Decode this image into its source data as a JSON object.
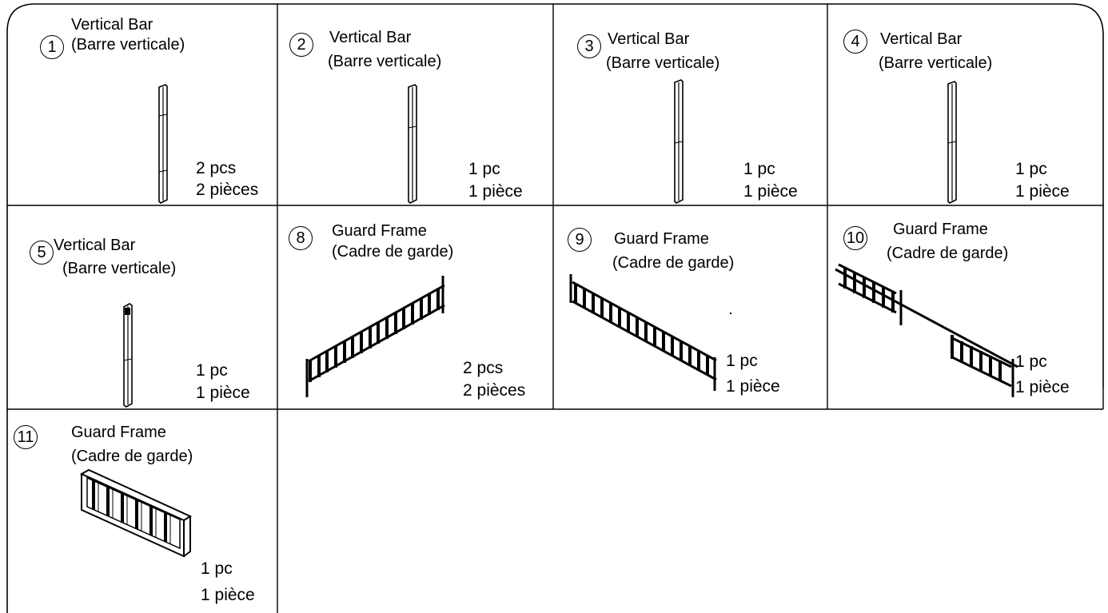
{
  "parts": [
    {
      "number": "1",
      "name_en": "Vertical Bar",
      "name_fr": "(Barre verticale)",
      "qty_en": "2 pcs",
      "qty_fr": "2 pièces",
      "icon": "vertical-bar-icon"
    },
    {
      "number": "2",
      "name_en": "Vertical Bar",
      "name_fr": "(Barre verticale)",
      "qty_en": "1 pc",
      "qty_fr": "1 pièce",
      "icon": "vertical-bar-icon"
    },
    {
      "number": "3",
      "name_en": "Vertical Bar",
      "name_fr": "(Barre verticale)",
      "qty_en": "1 pc",
      "qty_fr": "1 pièce",
      "icon": "vertical-bar-icon"
    },
    {
      "number": "4",
      "name_en": "Vertical Bar",
      "name_fr": "(Barre verticale)",
      "qty_en": "1 pc",
      "qty_fr": "1 pièce",
      "icon": "vertical-bar-icon"
    },
    {
      "number": "5",
      "name_en": "Vertical Bar",
      "name_fr": "(Barre verticale)",
      "qty_en": "1 pc",
      "qty_fr": "1 pièce",
      "icon": "short-vertical-bar-icon"
    },
    {
      "number": "8",
      "name_en": "Guard Frame",
      "name_fr": "(Cadre de garde)",
      "qty_en": "2 pcs",
      "qty_fr": "2 pièces",
      "icon": "guard-frame-icon"
    },
    {
      "number": "9",
      "name_en": "Guard Frame",
      "name_fr": "(Cadre de garde)",
      "qty_en": "1 pc",
      "qty_fr": "1 pièce",
      "icon": "guard-frame-icon"
    },
    {
      "number": "10",
      "name_en": "Guard Frame",
      "name_fr": "(Cadre de garde)",
      "qty_en": "1 pc",
      "qty_fr": "1 pièce",
      "icon": "split-guard-frame-icon"
    },
    {
      "number": "11",
      "name_en": "Guard Frame",
      "name_fr": "(Cadre de garde)",
      "qty_en": "1 pc",
      "qty_fr": "1 pièce",
      "icon": "panel-guard-frame-icon"
    }
  ]
}
